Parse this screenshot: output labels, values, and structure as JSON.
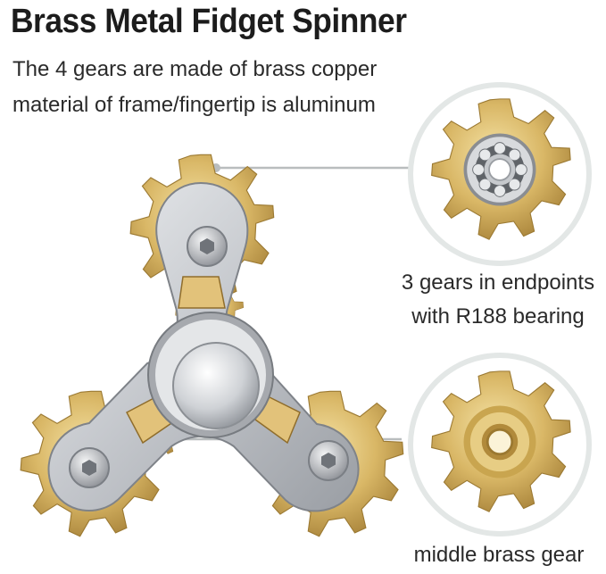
{
  "header": {
    "title": "Brass Metal Fidget Spinner",
    "subtitle_line1": "The 4 gears are made of brass copper",
    "subtitle_line2": "material of frame/fingertip is aluminum"
  },
  "callouts": {
    "top_line1": "3 gears in endpoints",
    "top_line2": "with R188 bearing",
    "bottom": "middle brass gear"
  },
  "colors": {
    "brass": "#d8b86a",
    "aluminum": "#c9cbcf",
    "callout_ring": "#e3e7e6",
    "leader_line": "#b9bdbe"
  }
}
